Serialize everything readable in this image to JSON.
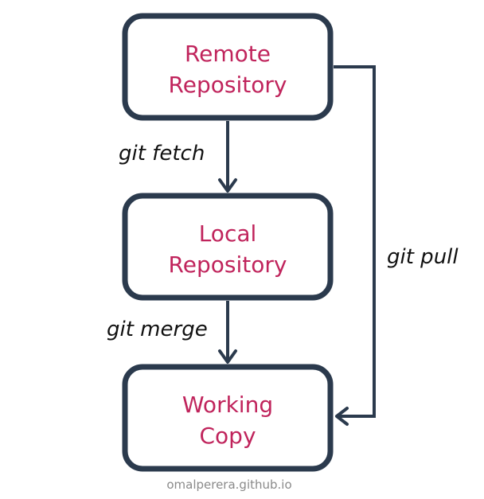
{
  "nodes": {
    "remote": {
      "line1": "Remote",
      "line2": "Repository"
    },
    "local": {
      "line1": "Local",
      "line2": "Repository"
    },
    "working": {
      "line1": "Working",
      "line2": "Copy"
    }
  },
  "edges": {
    "fetch": "git fetch",
    "merge": "git merge",
    "pull": "git pull"
  },
  "credit": "omalperera.github.io",
  "colors": {
    "box_stroke": "#2b3a4d",
    "node_text": "#c0245c",
    "edge_text": "#111111",
    "credit_text": "#8a8a8a"
  }
}
